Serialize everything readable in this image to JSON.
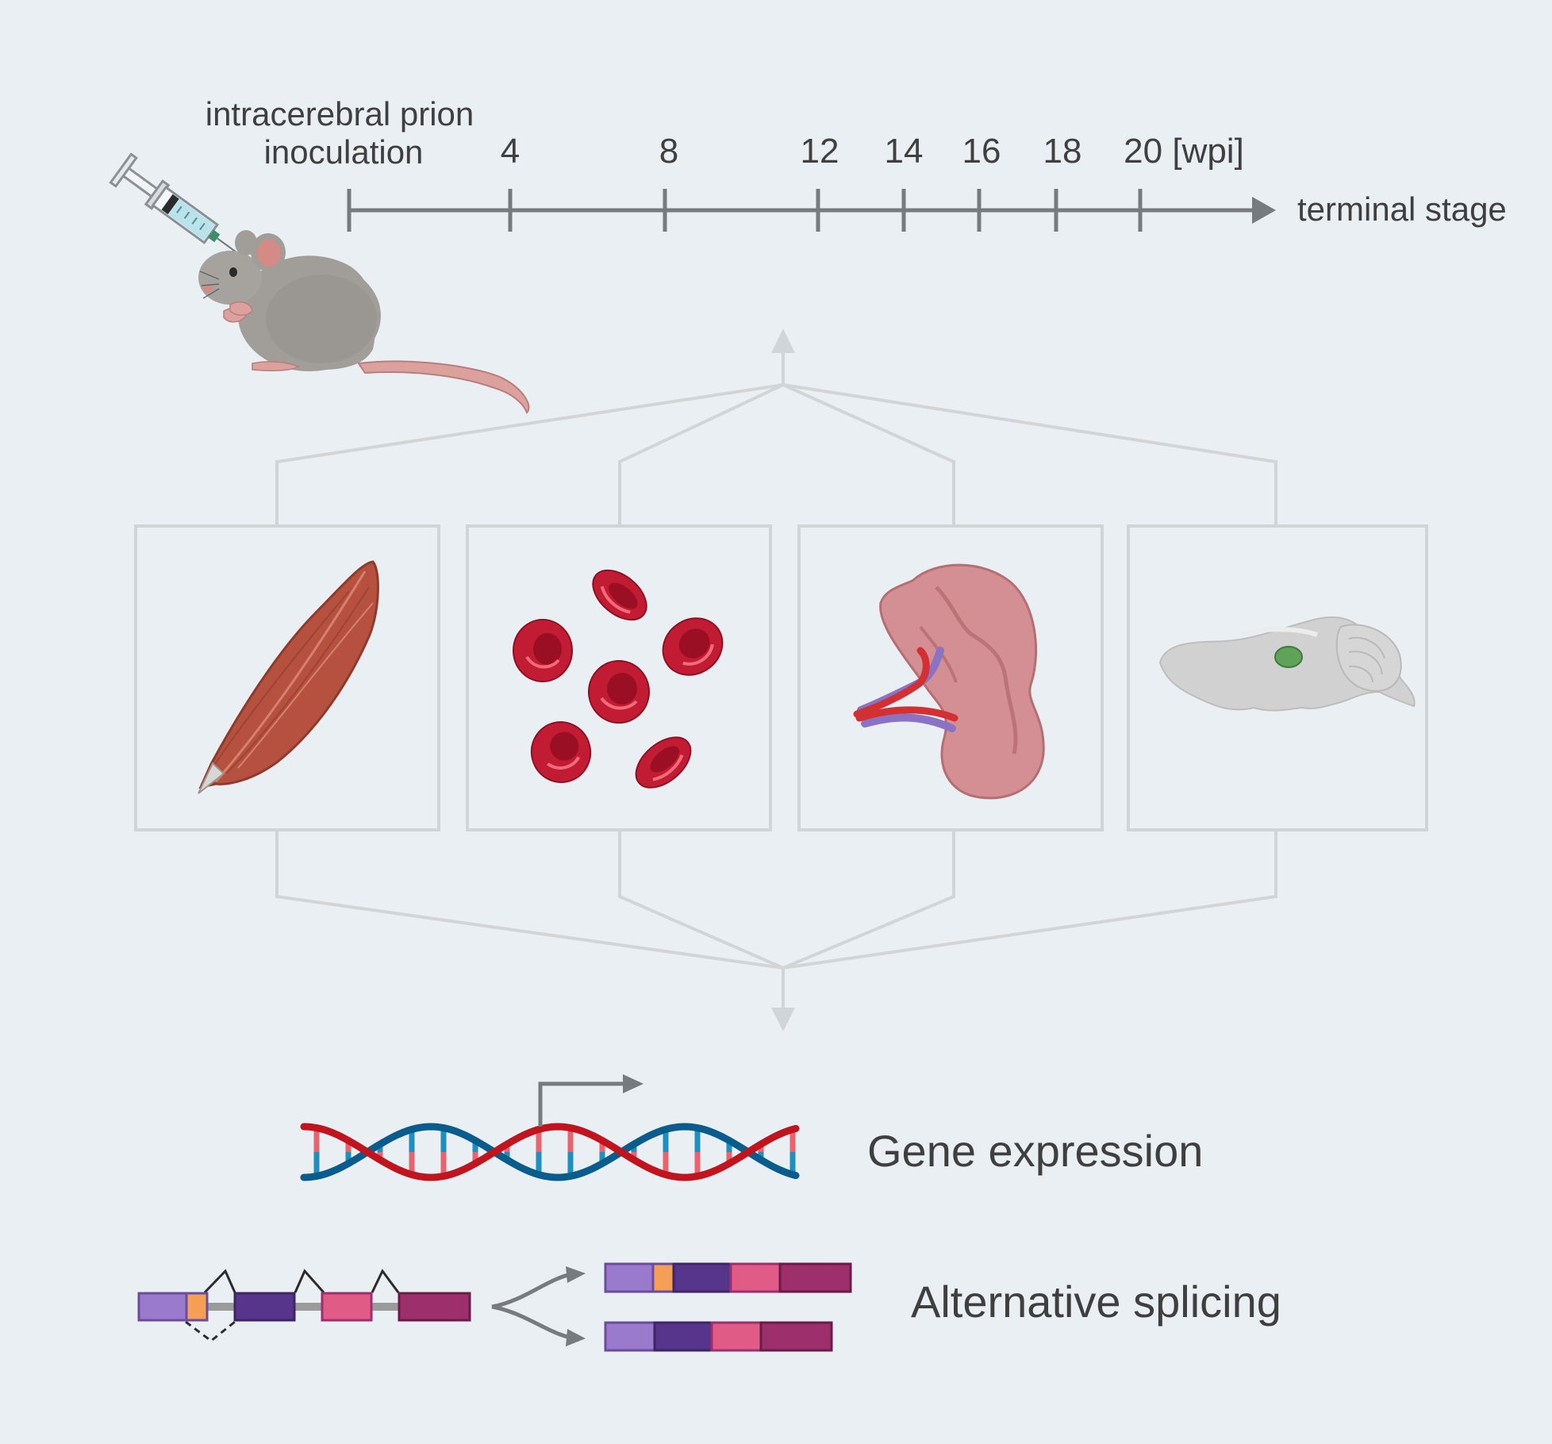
{
  "inoculation_label": [
    "intracerebral prion",
    "inoculation"
  ],
  "timeline": {
    "ticks": [
      "4",
      "8",
      "12",
      "14",
      "16",
      "18",
      "20 [wpi]"
    ],
    "end_label": "terminal stage"
  },
  "outputs": {
    "gene_expression": "Gene expression",
    "alternative_splicing": "Alternative splicing"
  },
  "icons": {
    "mouse": "mouse-icon",
    "syringe": "syringe-icon",
    "muscle": "muscle-icon",
    "blood": "red-blood-cells-icon",
    "kidney": "kidney-icon",
    "brain": "brain-icon",
    "dna": "dna-helix-icon"
  },
  "colors": {
    "background": "#eaeff4",
    "timeline": "#777b80",
    "connector": "#d2d5d8",
    "dna_red": "#c0141e",
    "dna_blue": "#0a5c8c",
    "exon_lilac": "#9a7acc",
    "exon_orange": "#f59e56",
    "exon_indigo": "#56358a",
    "exon_pink": "#e05c86",
    "exon_plum": "#9c2f6c"
  }
}
